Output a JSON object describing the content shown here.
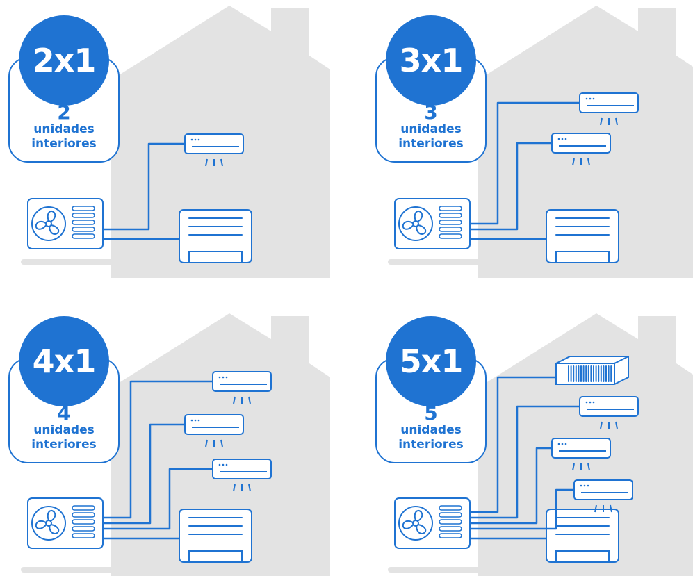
{
  "colors": {
    "accent": "#1f73d2",
    "house": "#e3e3e3",
    "ground": "#e3e3e3",
    "background": "#ffffff"
  },
  "panels": [
    {
      "badge": "2x1",
      "count": "2",
      "line1": "unidades",
      "line2": "interiores",
      "wall_units": 1,
      "has_ducted_unit": false
    },
    {
      "badge": "3x1",
      "count": "3",
      "line1": "unidades",
      "line2": "interiores",
      "wall_units": 2,
      "has_ducted_unit": false
    },
    {
      "badge": "4x1",
      "count": "4",
      "line1": "unidades",
      "line2": "interiores",
      "wall_units": 3,
      "has_ducted_unit": false
    },
    {
      "badge": "5x1",
      "count": "5",
      "line1": "unidades",
      "line2": "interiores",
      "wall_units": 3,
      "has_ducted_unit": true
    }
  ],
  "icons": [
    "house-icon",
    "outdoor-unit-icon",
    "fan-icon",
    "wall-split-unit-icon",
    "floor-console-unit-icon",
    "ducted-unit-icon",
    "refrigerant-pipe"
  ]
}
